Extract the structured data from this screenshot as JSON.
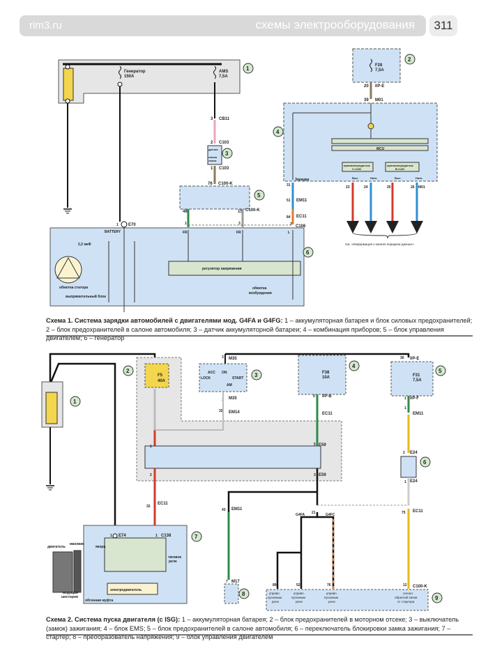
{
  "header": {
    "site": "rim3.ru",
    "section": "схемы электрооборудования",
    "page_number": "311"
  },
  "colors": {
    "block_blue": "#cfe2f5",
    "block_gray": "#e6e6e6",
    "fuse_yellow": "#f3d54e",
    "green_circle": "#d4ead0",
    "wire_red": "#d23b2a",
    "wire_blue": "#2f8fd1",
    "wire_green": "#2e8b47",
    "wire_yellow": "#e8b820",
    "wire_pink": "#e8a7b8",
    "wire_orange": "#e07a2e",
    "wire_gray": "#9a9a9a",
    "wire_brown": "#8b7a5a"
  },
  "scheme1": {
    "callouts": [
      "1",
      "2",
      "3",
      "4",
      "5",
      "6"
    ],
    "labels": {
      "gen_fuse": "Генератор",
      "gen_fuse_rating": "150A",
      "ams_fuse": "AMS",
      "ams_rating": "7,5A",
      "cb11": "CB11",
      "cb11_pin": "3",
      "c103_top": "C103",
      "c103_top_pin": "2",
      "sensor_line1": "датчик",
      "sensor_line2": "линия",
      "sensor_line3": "связи",
      "c103_bot": "C103",
      "c103_bot_pin": "1",
      "c100k_top": "C100-K",
      "c100k_top_pin": "76",
      "c100k_pin46": "46",
      "c100k_right": "C100-K",
      "c100k_pin15": "15",
      "e70": "E70",
      "e70_pin": "1",
      "battery": "BATTERY",
      "fr1": "FR",
      "fr2": "FR",
      "l": "L",
      "pin1": "1",
      "pin3": "3",
      "pin2": "2",
      "c106": "C106",
      "cap": "2,2 мкФ",
      "regulator": "регулятор напряжения",
      "stator": "обмотка статора",
      "rectifier": "выпрямительный блок",
      "field1": "обмотка",
      "field2": "возбуждения",
      "f28": "F28",
      "f28_rating": "7,5A",
      "ip_e": "I/P-E",
      "ip_e_pin": "20",
      "m01_top": "M01",
      "m01_top_pin": "39",
      "mcu": "MCU",
      "tx_c_can1": "приемопередатчик",
      "tx_c_can2": "C-CAN",
      "tx_b_can1": "приемопередатчик",
      "tx_b_can2": "B-CAN",
      "charge": "Зарядка",
      "high1": "Выс.",
      "low1": "Низк.",
      "high2": "Выс.",
      "low2": "Низк.",
      "pin31": "31",
      "pin23": "23",
      "pin24": "24",
      "pin25": "25",
      "pin26": "26",
      "m01_bot": "M01",
      "em11": "EM11",
      "em11_pin": "51",
      "ec11": "EC11",
      "ec11_pin": "84",
      "data_ref": "См. «Информация о канале передачи данных»"
    },
    "caption_title": "Схема 1. Система зарядки автомобилей с двигателями мод. G4FA и G4FG:",
    "caption_body": " 1 – аккумуляторная батарея и блок силовых предохранителей; 2 – блок предохранителей в салоне автомобиля; 3 – датчик аккумуляторной батареи; 4 – комбинация приборов; 5 – блок управления двигателем; 6 – генератор"
  },
  "scheme2": {
    "callouts": [
      "1",
      "2",
      "3",
      "4",
      "5",
      "6",
      "7",
      "8",
      "9"
    ],
    "labels": {
      "f5": "F5",
      "f5_rating": "40A",
      "m35_top": "M35",
      "m35_top_pin": "3",
      "acc": "ACC",
      "on": "ON",
      "lock": "LOCK",
      "start": "START",
      "am": "AM",
      "m35_bot": "M35",
      "m35_bot_pin": "1",
      "em14": "EM14",
      "em14_pin": "32",
      "f38": "F38",
      "f38_rating": "10A",
      "ip_b": "I/P-B",
      "ip_b_pin": "9",
      "ec11_a": "EC11",
      "e59_top": "E59",
      "e59_top_pin": "5",
      "e59_bot": "E59",
      "e59_bot_pin": "3",
      "relay_pin1": "1",
      "relay_pin2": "2",
      "ip_e": "I/P-E",
      "ip_e_pin": "30",
      "f31": "F31",
      "f31_rating": "7,5A",
      "ip_f": "I/P-F",
      "ip_f_pin": "1",
      "em11_a": "EM11",
      "em11_a_pin": "1",
      "e24_top": "E24",
      "e24_top_pin": "2",
      "e24_bot": "E24",
      "e24_bot_pin": "1",
      "ec11_b": "EC11",
      "ec11_b_pin": "32",
      "e74": "E74",
      "e74_pin": "1",
      "c138": "C138",
      "c138_pin": "1",
      "engine": "двигатель",
      "flywheel": "маховик",
      "armature": "якорь",
      "traction1": "тяговое",
      "traction2": "реле",
      "motor": "электродвигатель",
      "pinion1": "ведущая",
      "pinion2": "шестерня",
      "clutch": "обгонная муфта",
      "em11_b": "EM11",
      "em11_b_pin": "43",
      "m17": "M17",
      "m17_pin": "7",
      "g4fa": "G4FA",
      "g4fc": "G4FC",
      "pin21": "21",
      "ec11_c": "EC11",
      "ec11_c_pin": "75",
      "pin89": "89",
      "pin52": "52",
      "pin76": "76",
      "pin12": "12",
      "c100k": "C100-K",
      "ctl1a": "управл.",
      "ctl1b": "пусковым",
      "ctl1c": "реле",
      "ctl2a": "управл.",
      "ctl2b": "пусковым",
      "ctl2c": "реле",
      "ctl3a": "управл.",
      "ctl3b": "пусковым",
      "ctl3c": "реле",
      "fb1": "сигнал",
      "fb2": "обратной связи",
      "fb3": "от стартера"
    },
    "caption_title": "Схема 2. Система пуска двигателя (с ISG):",
    "caption_body": " 1 – аккумуляторная батарея; 2 – блок предохранителей в моторном отсеке; 3 – выключатель (замок) зажигания; 4 – блок EMS; 5 – блок предохранителей в салоне автомобиля; 6 – переключатель блокировки замка зажигания; 7 – стартер; 8 – преобразователь напряжения; 9 – блок управления двигателем"
  }
}
